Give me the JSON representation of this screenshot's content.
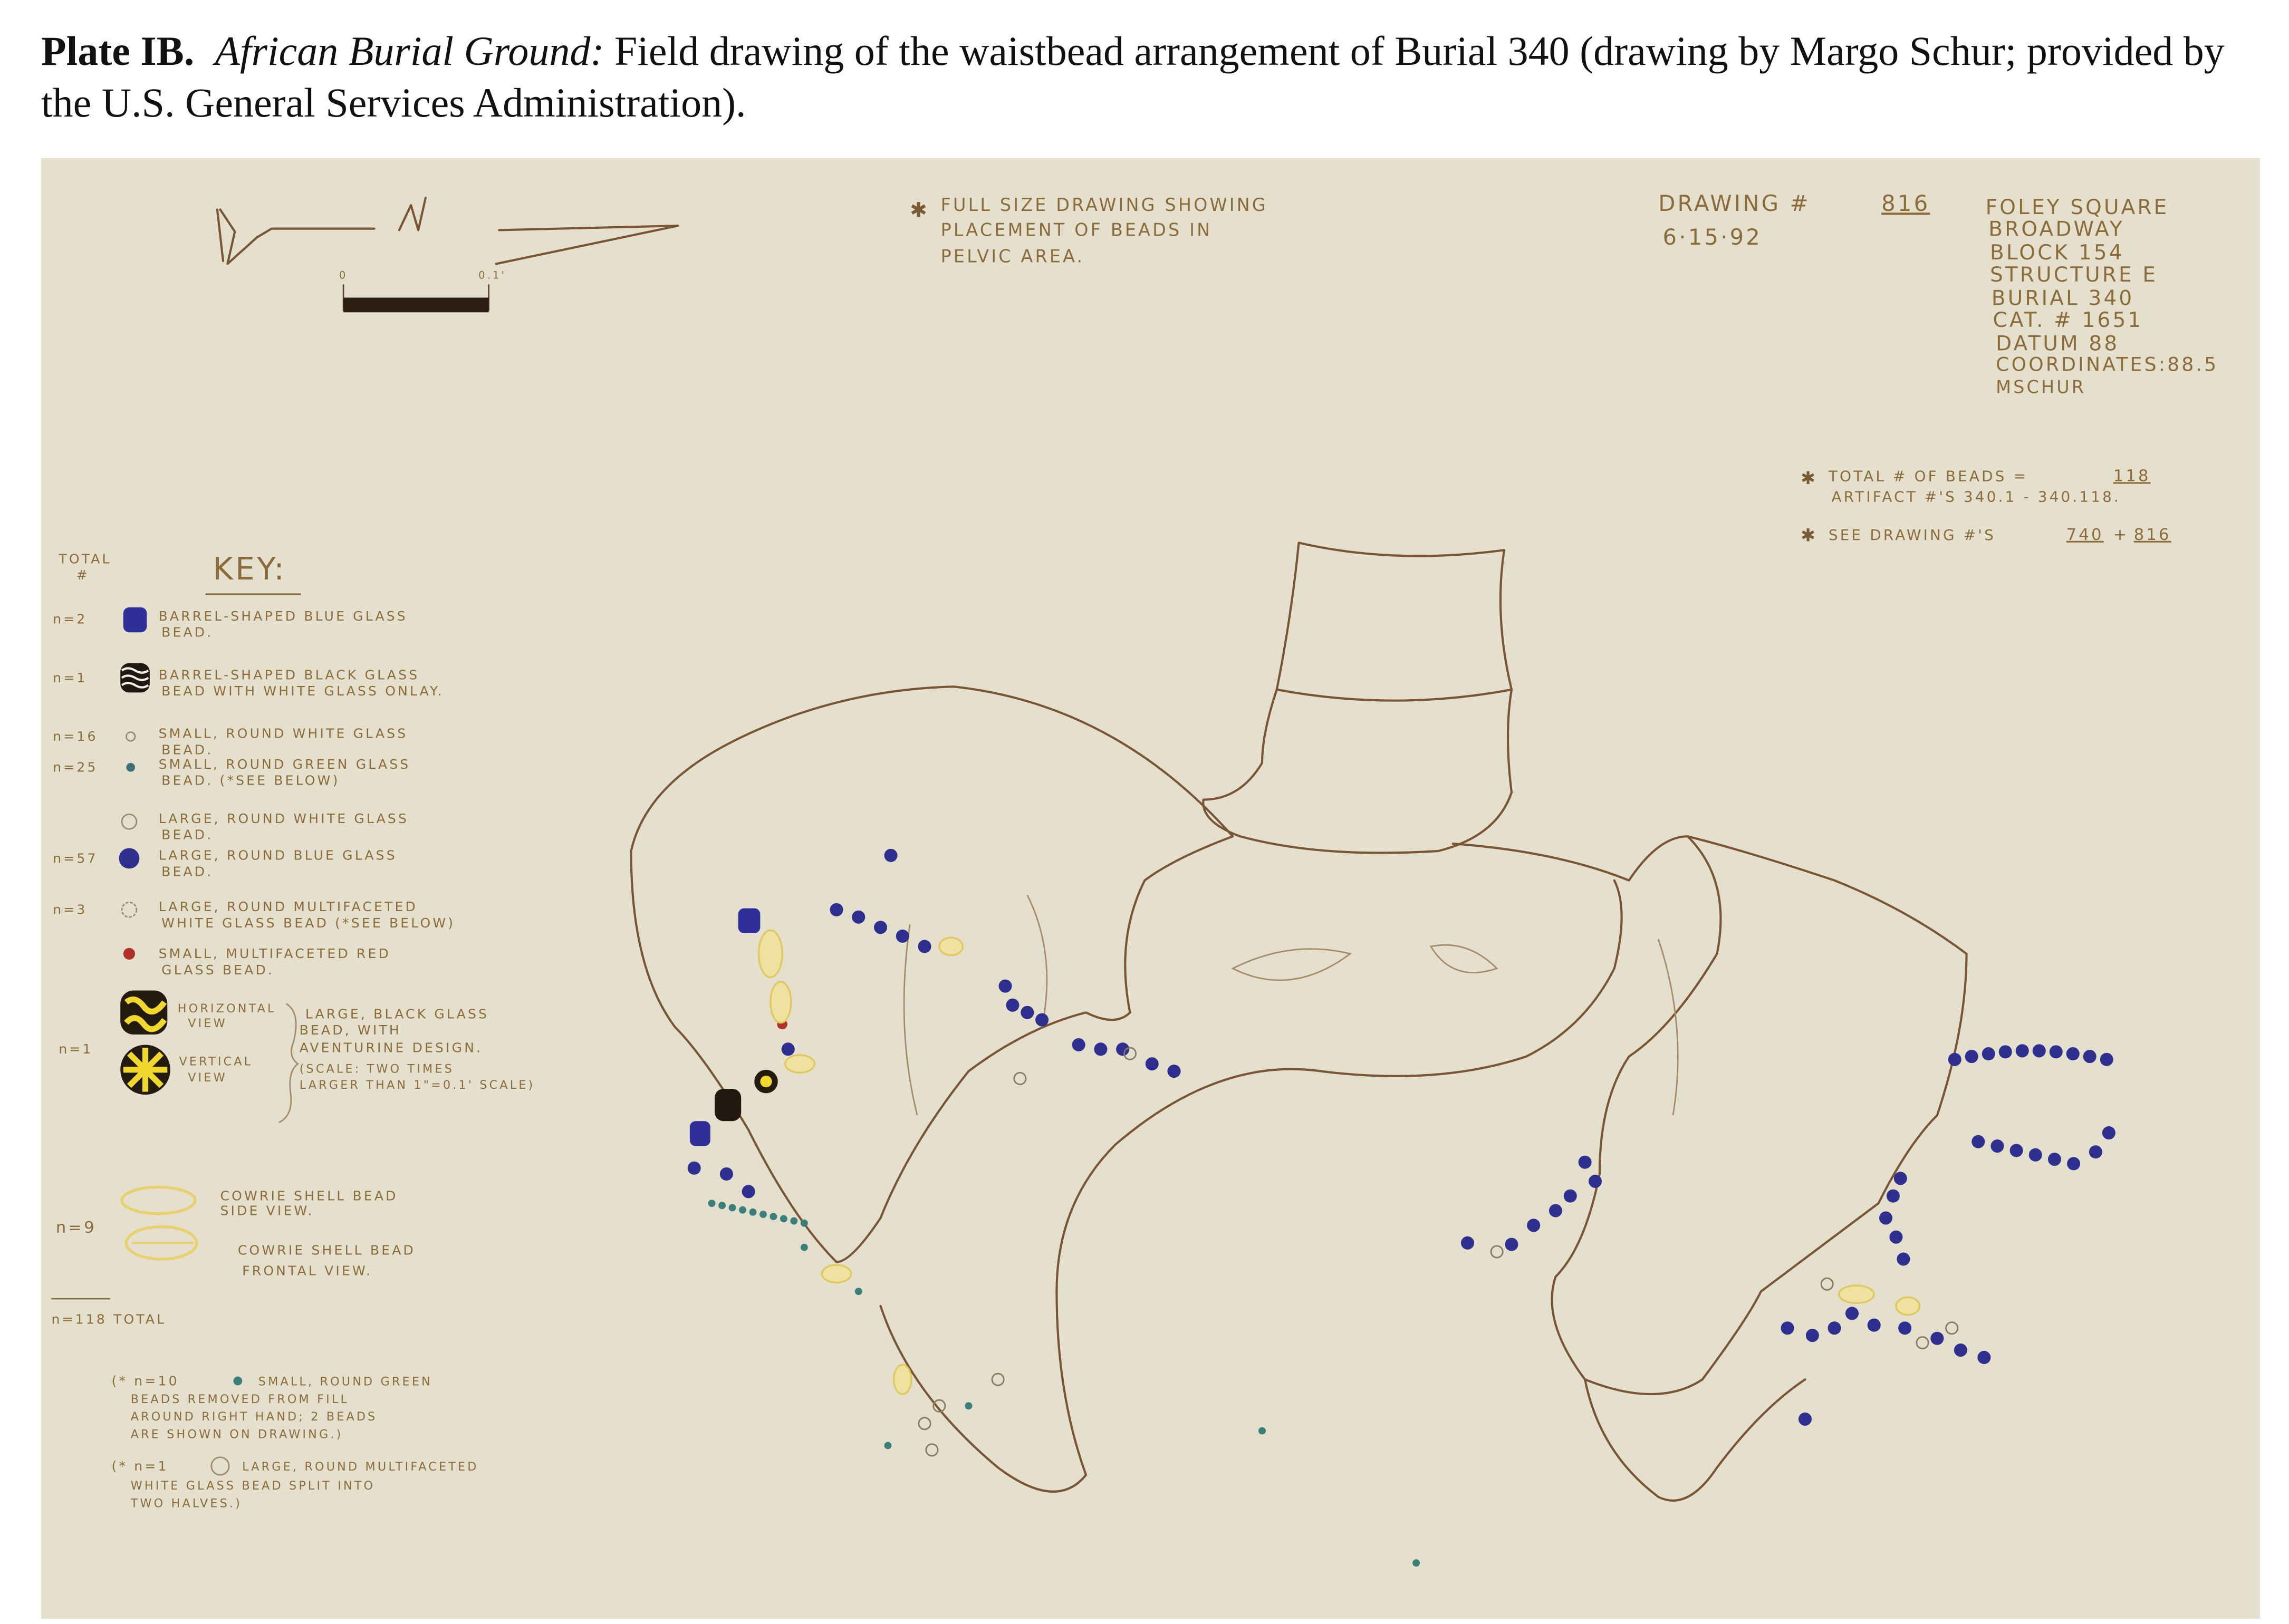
{
  "caption": {
    "plate_label": "Plate IB.",
    "site": "African Burial Ground:",
    "text": "Field drawing of the waistbead arrangement of Burial 340 (drawing by Margo Schur; provided by the U.S. General Services Administration)."
  },
  "drawing": {
    "scale_start": "0",
    "scale_end": "0.1'",
    "note_lines": [
      "FULL SIZE DRAWING SHOWING",
      "PLACEMENT OF BEADS IN",
      "PELVIC AREA."
    ],
    "drawing_number_label": "DRAWING #",
    "drawing_number": "816",
    "date": "6·15·92",
    "site_info": [
      "FOLEY SQUARE",
      "BROADWAY",
      "BLOCK 154",
      "STRUCTURE E",
      "BURIAL 340",
      "CAT. # 1651",
      "DATUM 88",
      "COORDINATES:88.5",
      "MSCHUR"
    ],
    "totals": {
      "total_label": "TOTAL # OF BEADS =",
      "total_value": "118",
      "artifact_line": "ARTIFACT #'S 340.1 - 340.118.",
      "see_label": "SEE DRAWING #'S",
      "see_a": "740",
      "see_plus": "+",
      "see_b": "816"
    }
  },
  "key": {
    "total_header": [
      "TOTAL",
      "#"
    ],
    "title": "KEY:",
    "items": [
      {
        "count": "n=2",
        "icon": "blue-barrel-bead",
        "lines": [
          "BARREL-SHAPED BLUE GLASS",
          "BEAD."
        ]
      },
      {
        "count": "n=1",
        "icon": "black-barrel-bead-white-onlay",
        "lines": [
          "BARREL-SHAPED BLACK GLASS",
          "BEAD WITH WHITE GLASS ONLAY."
        ]
      },
      {
        "count": "n=16",
        "icon": "small-white-bead",
        "lines": [
          "SMALL, ROUND WHITE GLASS",
          "BEAD."
        ]
      },
      {
        "count": "n=25",
        "icon": "small-green-bead",
        "lines": [
          "SMALL, ROUND GREEN GLASS",
          "BEAD. (*SEE BELOW)"
        ]
      },
      {
        "count": "",
        "icon": "large-white-bead",
        "lines": [
          "LARGE, ROUND WHITE GLASS",
          "BEAD."
        ]
      },
      {
        "count": "n=57",
        "icon": "large-blue-bead",
        "lines": [
          "LARGE, ROUND BLUE GLASS",
          "BEAD."
        ]
      },
      {
        "count": "n=3",
        "icon": "multifaceted-white-bead",
        "lines": [
          "LARGE, ROUND MULTIFACETED",
          "WHITE GLASS BEAD (*SEE BELOW)"
        ]
      },
      {
        "count": "",
        "icon": "red-multifaceted-bead",
        "lines": [
          "SMALL, MULTIFACETED RED",
          "GLASS BEAD."
        ]
      }
    ],
    "aventurine": {
      "count": "n=1",
      "horizontal": [
        "HORIZONTAL",
        "VIEW"
      ],
      "vertical": [
        "VERTICAL",
        "VIEW"
      ],
      "lines": [
        "LARGE, BLACK GLASS",
        "BEAD, WITH",
        "AVENTURINE DESIGN.",
        "(SCALE: TWO TIMES",
        "LARGER THAN 1\"=0.1' SCALE)"
      ]
    },
    "cowrie": {
      "count": "n=9",
      "side": [
        "COWRIE SHELL BEAD",
        "SIDE VIEW."
      ],
      "frontal": [
        "COWRIE SHELL BEAD",
        "FRONTAL VIEW."
      ]
    },
    "total_line": "n=118  TOTAL",
    "note1": [
      "(* n=10",
      "SMALL, ROUND GREEN",
      "BEADS REMOVED FROM FILL",
      "AROUND RIGHT HAND; 2 BEADS",
      "ARE SHOWN ON DRAWING.)"
    ],
    "note2": [
      "(* n=1",
      "LARGE, ROUND MULTIFACETED",
      "WHITE GLASS BEAD SPLIT INTO",
      "TWO HALVES.)"
    ]
  },
  "colors": {
    "paper": "#e4e0cd",
    "ink": "#8c6b3a",
    "bone_line": "#7a5535",
    "blue_bead": "#2f2f8f",
    "cowrie": "#e8d070",
    "green_bead": "#3b7f7a",
    "red_bead": "#b0302a"
  }
}
